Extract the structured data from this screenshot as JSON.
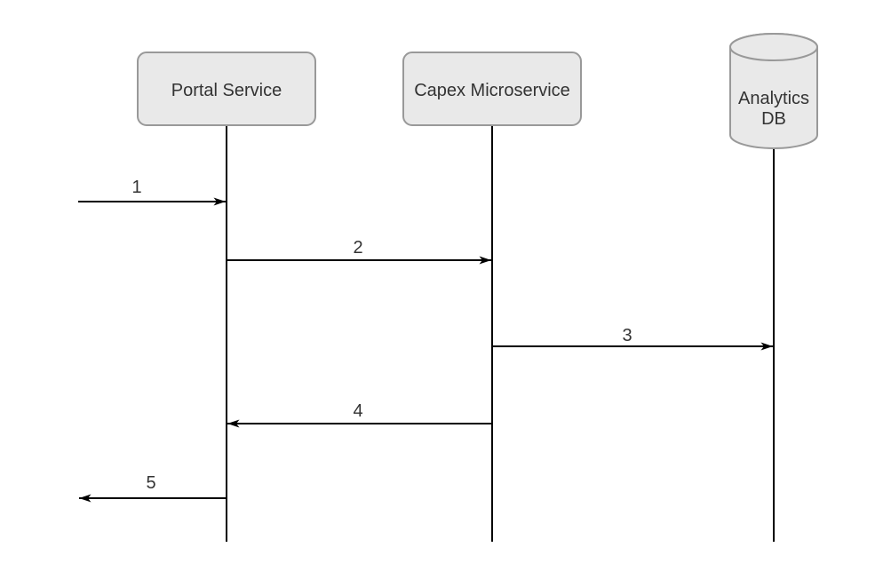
{
  "diagram": {
    "type": "sequence-diagram",
    "colors": {
      "background": "#ffffff",
      "node_fill": "#e9e9e9",
      "node_stroke": "#999999",
      "line_color": "#000000",
      "text_color": "#333333"
    },
    "actors": [
      {
        "id": "portal-service",
        "label": "Portal Service",
        "shape": "rounded-rect"
      },
      {
        "id": "capex-microservice",
        "label": "Capex Microservice",
        "shape": "rounded-rect"
      },
      {
        "id": "analytics-db",
        "label": "Analytics DB",
        "label_lines": [
          "Analytics",
          "DB"
        ],
        "shape": "cylinder"
      }
    ],
    "messages": [
      {
        "seq": "1",
        "from": "external-left",
        "to": "Portal Service",
        "direction": "right"
      },
      {
        "seq": "2",
        "from": "Portal Service",
        "to": "Capex Microservice",
        "direction": "right"
      },
      {
        "seq": "3",
        "from": "Capex Microservice",
        "to": "Analytics DB",
        "direction": "right"
      },
      {
        "seq": "4",
        "from": "Capex Microservice",
        "to": "Portal Service",
        "direction": "left"
      },
      {
        "seq": "5",
        "from": "Portal Service",
        "to": "external-left",
        "direction": "left"
      }
    ]
  }
}
